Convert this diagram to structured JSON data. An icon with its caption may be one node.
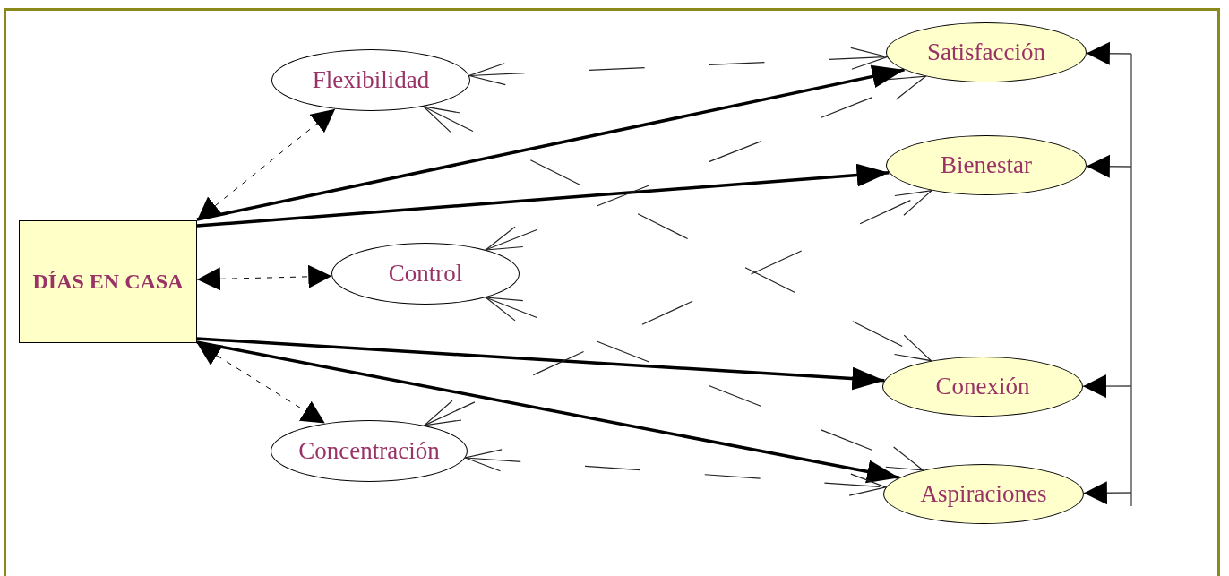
{
  "diagram": {
    "nodes": [
      {
        "text": [
          "Flexibilidad"
        ]
      },
      {
        "text": [
          "Satisfacción"
        ]
      },
      {
        "text": [
          "Bienestar"
        ]
      },
      {
        "text": [
          "DÍAS EN CASA"
        ]
      },
      {
        "text": [
          "Control"
        ]
      },
      {
        "text": [
          "Conexión"
        ]
      },
      {
        "text": [
          "Concentración"
        ]
      },
      {
        "text": [
          "Aspiraciones"
        ]
      }
    ],
    "edges": [
      {
        "from": 3,
        "to": 0,
        "arrow": "both",
        "style": "dashed"
      },
      {
        "from": 3,
        "to": 4,
        "arrow": "both",
        "style": "dashed"
      },
      {
        "from": 3,
        "to": 6,
        "arrow": "both",
        "style": "dashed"
      },
      {
        "from": 3,
        "to": 1,
        "arrow": "to",
        "style": "thick"
      },
      {
        "from": 3,
        "to": 2,
        "arrow": "to",
        "style": "thick"
      },
      {
        "from": 3,
        "to": 5,
        "arrow": "to",
        "style": "thick"
      },
      {
        "from": 3,
        "to": 7,
        "arrow": "to",
        "style": "thick"
      },
      {
        "from": 0,
        "to": 1,
        "arrow": "both",
        "style": "dashed"
      },
      {
        "from": 0,
        "to": 5,
        "arrow": "both",
        "style": "dashed"
      },
      {
        "from": 4,
        "to": 1,
        "arrow": "both",
        "style": "dashed"
      },
      {
        "from": 4,
        "to": 7,
        "arrow": "both",
        "style": "dashed"
      },
      {
        "from": 6,
        "to": 7,
        "arrow": "both",
        "style": "dashed"
      },
      {
        "from": 6,
        "to": 2,
        "arrow": "both",
        "style": "dashed"
      },
      {
        "from": null,
        "to": 1,
        "arrow": "to"
      },
      {
        "from": null,
        "to": 2,
        "arrow": "to"
      },
      {
        "from": null,
        "to": 5,
        "arrow": "to"
      },
      {
        "from": null,
        "to": 7,
        "arrow": "to"
      }
    ]
  }
}
